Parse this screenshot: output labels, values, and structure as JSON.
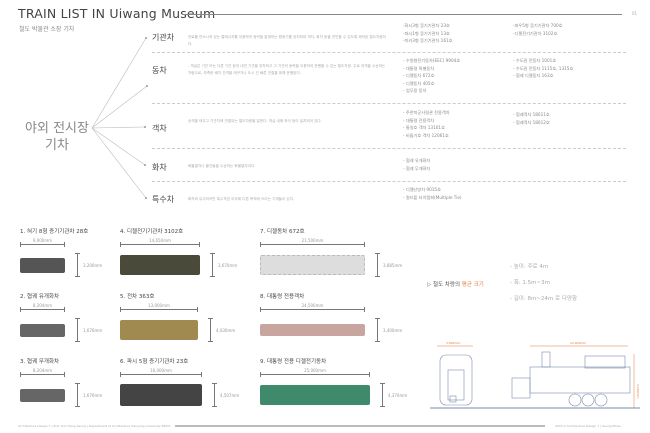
{
  "header": {
    "title": "TRAIN LIST IN Uiwang Museum",
    "subtitle": "철도 박물관 소장 기차",
    "page": "01"
  },
  "center_label": {
    "line1": "야외 전시장",
    "line2": "기차"
  },
  "categories": [
    {
      "name": "기관차",
      "desc": "연료를 연소시켜 얻는 열에너지를 이용하여 동력을 발생하는 원동기를 장치하여 객차, 화차 등을 견인할 수 있도록 제작된 철도차량이다.",
      "col1": [
        "-화시3형 증기기관차 23호",
        "-파시1형 증기기관차 13호",
        "-미카3형 증기기관차 161호"
      ],
      "col2": [
        "-파우5형 증기기관차 700호",
        "-디젤전기기관차 3102호"
      ]
    },
    {
      "name": "동차",
      "desc": "- 객실은 기관 또는 다른 기관 등의 내연 기관을 장착하고 그 기관의 동력을 이용하여 운행할 수 있는 철도차량. 주로 여객을 수송하는 차량으로, 부족한 배차 간격을 메꾸거나 도시 간 빠른 연결을 위해 운행된다.",
      "col1": [
        "- 수원형전기동차(EEC) 9904호",
        "- 대통령 특별동차",
        "- 디젤동차 672호",
        "- 디젤동차 405호",
        "- 업무용 동차"
      ],
      "col2": [
        "- 수도권 전동차 1001호",
        "- 수도권 전동차 1115호, 1315호",
        "- 협궤 디젤동차 163호"
      ]
    },
    {
      "name": "객차",
      "desc": "승객을 태우고 기관차에 연결되는 철도차량을 말한다. 객실 내에 좌석 등이 설치되어 있다.",
      "col1": [
        "- 주한미군사령관 전용객차",
        "- 대통령 전용객차",
        "- 통일호 객차 13101호",
        "- 비둘기호 객차 12061호"
      ],
      "col2": [
        "- 협궤객차 18011호",
        "- 협궤객차 18012호"
      ]
    },
    {
      "name": "화차",
      "desc": "화물열차나 물건들을 수송하는 화물열차이다.",
      "col1": [
        "- 협궤 유개화차",
        "- 협궤 무개화차"
      ],
      "col2": []
    },
    {
      "name": "특수차",
      "desc": "화차와 유사하지만 특수작업 이외에 다른 목적에 쓰이는 기계들이 있다.",
      "col1": [
        "- 디젤난방차 9015호",
        "- 멀티플 타이탬퍼(Multiple Tie)"
      ],
      "col2": []
    }
  ],
  "trains": [
    {
      "title": "1. 혀기 8형 증기기관차 28호",
      "length": "9,000mm",
      "height": "3,200mm",
      "color": "#555555"
    },
    {
      "title": "2. 협궤 유개화차",
      "length": "8,204mm",
      "height": "1,676mm",
      "color": "#666666"
    },
    {
      "title": "3. 협궤 무개화차",
      "length": "8,204mm",
      "height": "1,676mm",
      "color": "#666666"
    },
    {
      "title": "4. 디젤전기기관차 3102호",
      "length": "14,650mm",
      "height": "3,670mm",
      "color": "#4a4a3a"
    },
    {
      "title": "5. 전차 363호",
      "length": "13,000mm",
      "height": "4,030mm",
      "color": "#a08a50"
    },
    {
      "title": "6. 파시 5형 증기기관차 23호",
      "length": "16,000mm",
      "height": "4,507mm",
      "color": "#444444"
    },
    {
      "title": "7. 디젤동차 672호",
      "length": "21,500mm",
      "height": "3,885mm",
      "color": "#dddddd"
    },
    {
      "title": "8. 대통령 전용객차",
      "length": "24,500mm",
      "height": "3,400mm",
      "color": "#c9a5a0"
    },
    {
      "title": "9. 대통령 전용 디젤전기동차",
      "length": "25,000mm",
      "height": "4,370mm",
      "color": "#3f8a6a"
    }
  ],
  "average": {
    "prefix": "▷ 철도 차량의 ",
    "highlight": "평균 크기",
    "items": [
      "- 높이:  주로 4m",
      "- 폭:  1.5m~3m",
      "- 길이:  8m~24m 로 다양함"
    ]
  },
  "drawing": {
    "width": "3,600mm",
    "length": "12,000mm",
    "height": "4,200mm",
    "accent": "#e07a3a"
  },
  "footer": {
    "left": "Architecture Design 7 | Prof. Kim Hang Seung | Department of Architecture Hanyang University ERICA",
    "right": "2023-2 Architecture Design 7 | Seung Minsu"
  }
}
